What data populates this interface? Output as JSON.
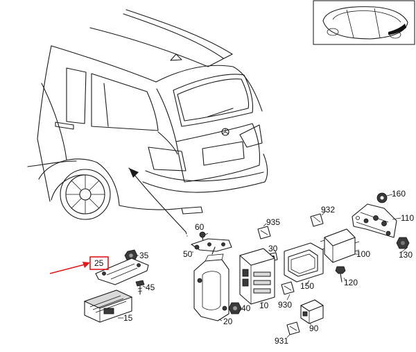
{
  "diagram": {
    "highlight_color": "#e0191b",
    "highlighted_part": "25",
    "parts": [
      {
        "id": "p160",
        "label": "160"
      },
      {
        "id": "p932",
        "label": "932"
      },
      {
        "id": "p110",
        "label": "110"
      },
      {
        "id": "p935",
        "label": "935"
      },
      {
        "id": "p60",
        "label": "60"
      },
      {
        "id": "p50",
        "label": "50"
      },
      {
        "id": "p30",
        "label": "30"
      },
      {
        "id": "p100",
        "label": "100"
      },
      {
        "id": "p130",
        "label": "130"
      },
      {
        "id": "p35",
        "label": "35"
      },
      {
        "id": "p25",
        "label": "25"
      },
      {
        "id": "p45",
        "label": "45"
      },
      {
        "id": "p150",
        "label": "150"
      },
      {
        "id": "p120",
        "label": "120"
      },
      {
        "id": "p10",
        "label": "10"
      },
      {
        "id": "p40",
        "label": "40"
      },
      {
        "id": "p930",
        "label": "930"
      },
      {
        "id": "p15",
        "label": "15"
      },
      {
        "id": "p20",
        "label": "20"
      },
      {
        "id": "p90",
        "label": "90"
      },
      {
        "id": "p931",
        "label": "931"
      }
    ]
  }
}
